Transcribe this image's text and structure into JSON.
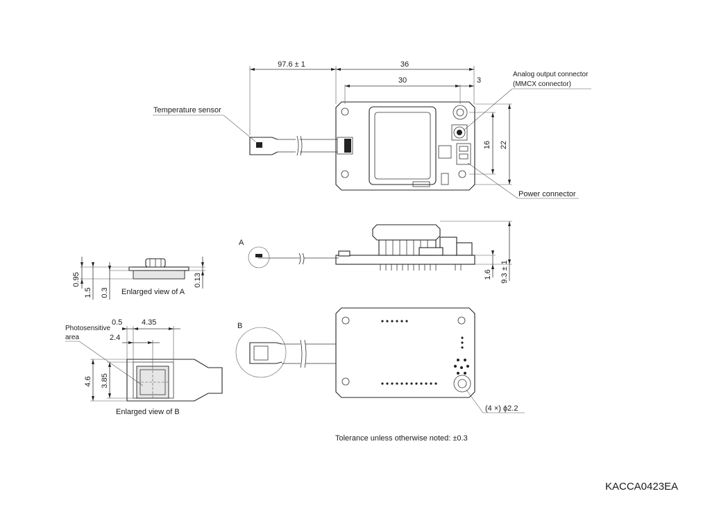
{
  "dims": {
    "cable_length": "97.6 ± 1",
    "board_width": "36",
    "hole_pitch_x": "30",
    "hole_offset": "3",
    "hole_pitch_y": "16",
    "board_height": "22",
    "total_height": "9.3 ± 1",
    "board_thickness": "1.6",
    "a_095": "0.95",
    "a_013": "0.13",
    "a_15": "1.5",
    "a_03": "0.3",
    "b_05": "0.5",
    "b_435": "4.35",
    "b_24": "2.4",
    "b_46": "4.6",
    "b_385": "3.85"
  },
  "labels": {
    "temperature_sensor": "Temperature sensor",
    "analog_output_1": "Analog output connector",
    "analog_output_2": "(MMCX connector)",
    "power_connector": "Power connector",
    "view_a_marker": "A",
    "view_b_marker": "B",
    "enlarged_a": "Enlarged view of A",
    "enlarged_b": "Enlarged view of B",
    "photosensitive_1": "Photosensitive",
    "photosensitive_2": "area",
    "holes": "(4 ×) ϕ2.2",
    "tolerance": "Tolerance unless otherwise noted: ±0.3",
    "drawing_code": "KACCA0423EA"
  }
}
